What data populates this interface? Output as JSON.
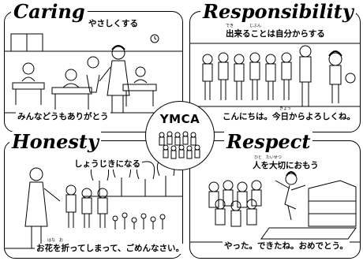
{
  "panels": {
    "caring": {
      "title": "Caring",
      "caption_top": "やさしくする",
      "caption_bottom": "みんなどうもありがとう"
    },
    "responsibility": {
      "title": "Responsibility",
      "caption_top": "出来ることは自分からする",
      "caption_bottom": "こんにちは。今日からよろしくね。",
      "ruby_top": "でき　　　　じぶん",
      "ruby_bottom": "きょう"
    },
    "honesty": {
      "title": "Honesty",
      "caption_top": "しょうじきになる",
      "caption_bottom": "お花を折ってしまって、ごめんなさい。",
      "ruby_bottom": "はな　お"
    },
    "respect": {
      "title": "Respect",
      "caption_top": "人を大切におもう",
      "caption_bottom": "やった。できたね。おめでとう。",
      "ruby_top": "ひと　たいせつ"
    }
  },
  "center": {
    "logo_text": "YMCA"
  }
}
